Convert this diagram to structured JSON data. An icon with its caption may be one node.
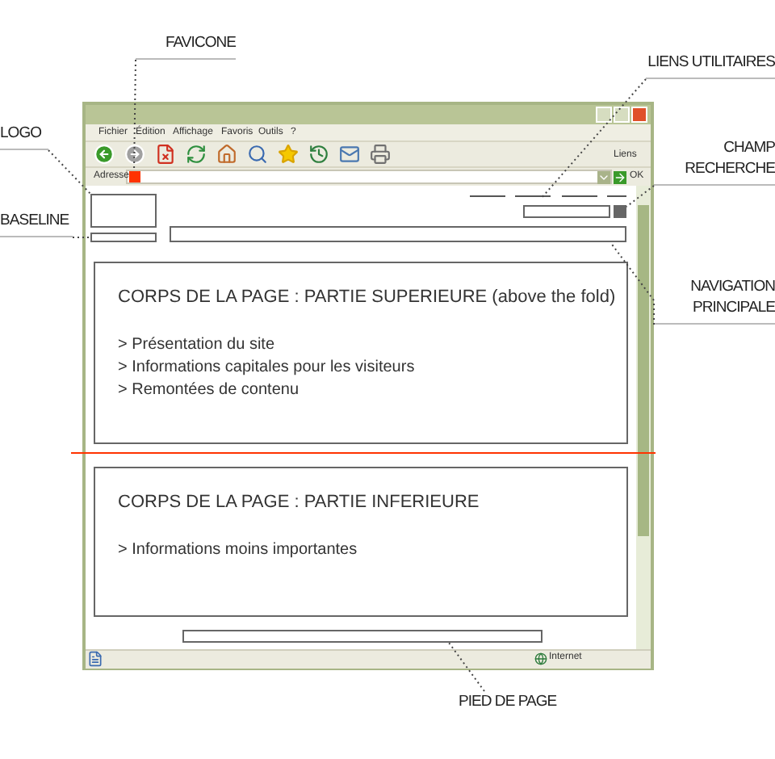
{
  "diagram": {
    "nodes": [
      {
        "text": [
          "FAVICONE"
        ]
      },
      {
        "text": [],
        "shape": "box"
      },
      {
        "text": [
          "LOGO"
        ]
      },
      {
        "text": [],
        "shape": "box"
      },
      {
        "text": [
          "BASELINE"
        ]
      },
      {
        "text": [],
        "shape": "box"
      },
      {
        "text": [
          "LIENS UTILITAIRES"
        ]
      },
      {
        "text": [],
        "shape": "bar"
      },
      {
        "text": [
          "CHAMP RECHERCHE"
        ]
      },
      {
        "text": [],
        "shape": "box"
      },
      {
        "text": [
          "NAVIGATION PRINCIPALE"
        ]
      },
      {
        "text": [],
        "shape": "box"
      },
      {
        "text": [
          "CORPS DE LA PAGE : PARTIE SUPERIEURE (above the fold)",
          "> Présentation du site",
          "> Informations capitales pour les visiteurs",
          "> Remontées de contenu"
        ]
      },
      {
        "text": [
          "CORPS DE LA PAGE : PARTIE INFERIEURE",
          "> Informations moins importantes"
        ]
      },
      {
        "text": [],
        "shape": "box"
      },
      {
        "text": [
          "PIED DE PAGE"
        ]
      }
    ],
    "edges": [
      {
        "from": 0,
        "to": 1,
        "arrow": "none",
        "style": "dashed"
      },
      {
        "from": 2,
        "to": 3,
        "arrow": "none",
        "style": "dashed"
      },
      {
        "from": 4,
        "to": 5,
        "arrow": "none",
        "style": "dashed"
      },
      {
        "from": 6,
        "to": 7,
        "arrow": "none",
        "style": "dashed"
      },
      {
        "from": 8,
        "to": 9,
        "arrow": "none",
        "style": "dashed"
      },
      {
        "from": 10,
        "to": 11,
        "arrow": "none",
        "style": "dashed"
      },
      {
        "from": 15,
        "to": 14,
        "arrow": "none",
        "style": "dashed"
      }
    ],
    "labels": [
      "Fichier",
      "Édition",
      "Affichage",
      "Favoris",
      "Outils",
      "?",
      "Liens",
      "Adresse",
      "OK",
      "Internet"
    ]
  }
}
